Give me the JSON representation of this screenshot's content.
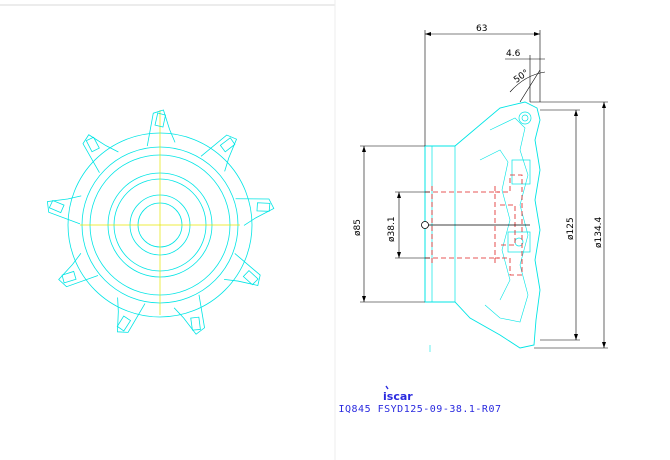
{
  "dimensions": {
    "length": "63",
    "offset": "4.6",
    "angle": "50°",
    "bore_outer": "ø85",
    "bore": "ø38.1",
    "body_dia": "ø125",
    "cut_dia": "ø134.4"
  },
  "caption": "IQ845 FSYD125-09-38.1-R07",
  "logo_text": "iscar",
  "colors": {
    "cyan": "#00e5e5",
    "red": "#e02020",
    "yellow": "#e6e600",
    "black": "#000000",
    "blue": "#2a2adf"
  }
}
